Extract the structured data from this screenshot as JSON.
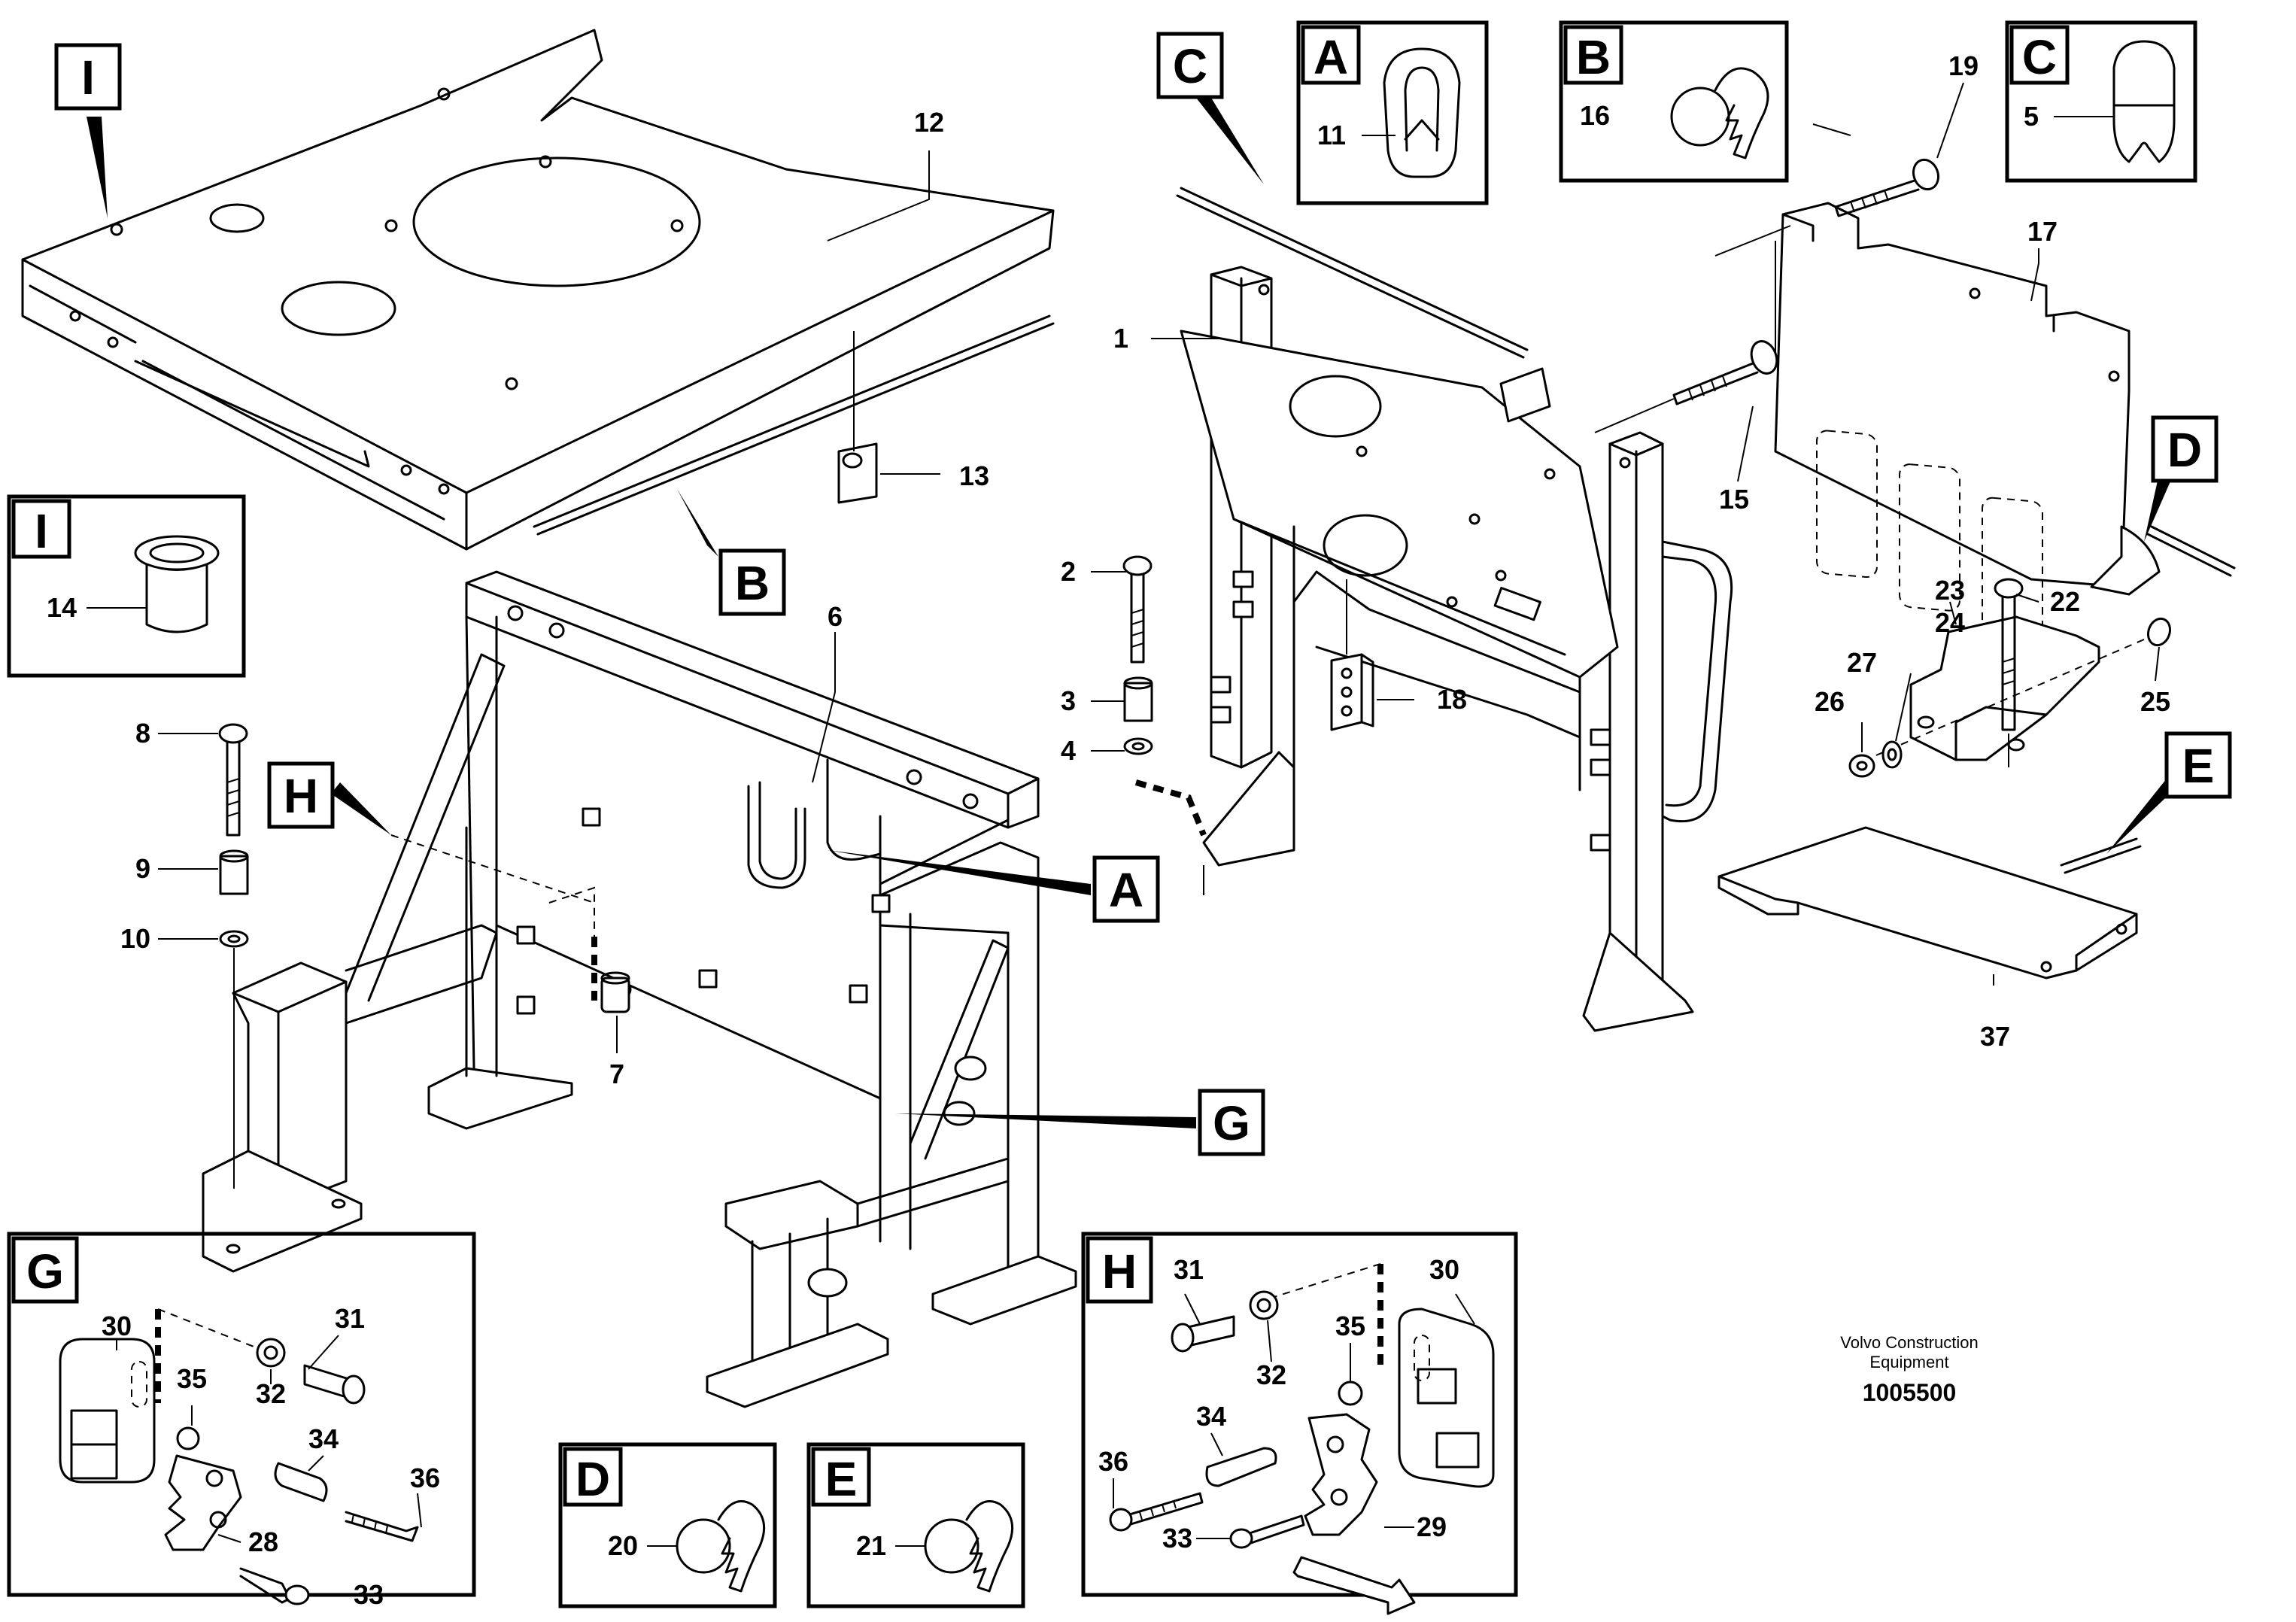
{
  "labels": {
    "A": "A",
    "B": "B",
    "C": "C",
    "D": "D",
    "E": "E",
    "G": "G",
    "H": "H",
    "I": "I"
  },
  "parts": {
    "p1": "1",
    "p2": "2",
    "p3": "3",
    "p4": "4",
    "p5": "5",
    "p6": "6",
    "p7": "7",
    "p8": "8",
    "p9": "9",
    "p10": "10",
    "p11": "11",
    "p12": "12",
    "p13": "13",
    "p14": "14",
    "p15": "15",
    "p16": "16",
    "p17": "17",
    "p18": "18",
    "p19": "19",
    "p20": "20",
    "p21": "21",
    "p22": "22",
    "p23": "23",
    "p24": "24",
    "p25": "25",
    "p26": "26",
    "p27": "27",
    "p28": "28",
    "p29": "29",
    "p30": "30",
    "p31": "31",
    "p32": "32",
    "p33": "33",
    "p34": "34",
    "p35": "35",
    "p36": "36",
    "p37": "37"
  },
  "footer": {
    "company_line1": "Volvo Construction",
    "company_line2": "Equipment",
    "drawing_number": "1005500"
  }
}
